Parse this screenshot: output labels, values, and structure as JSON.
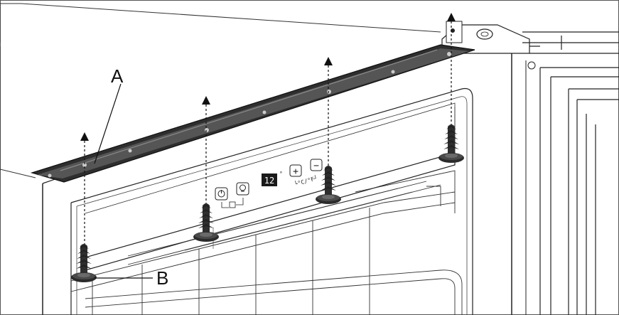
{
  "labels": {
    "a": "A",
    "b": "B"
  },
  "control_panel": {
    "temperature": "12",
    "degree": "°",
    "unit_toggle": "└°C/°F┘",
    "plus": "+",
    "minus": "−"
  },
  "colors": {
    "line": "#1a1a1a",
    "strip": "#3a3a3a",
    "screw": "#2b2b2b",
    "background": "#ffffff"
  }
}
